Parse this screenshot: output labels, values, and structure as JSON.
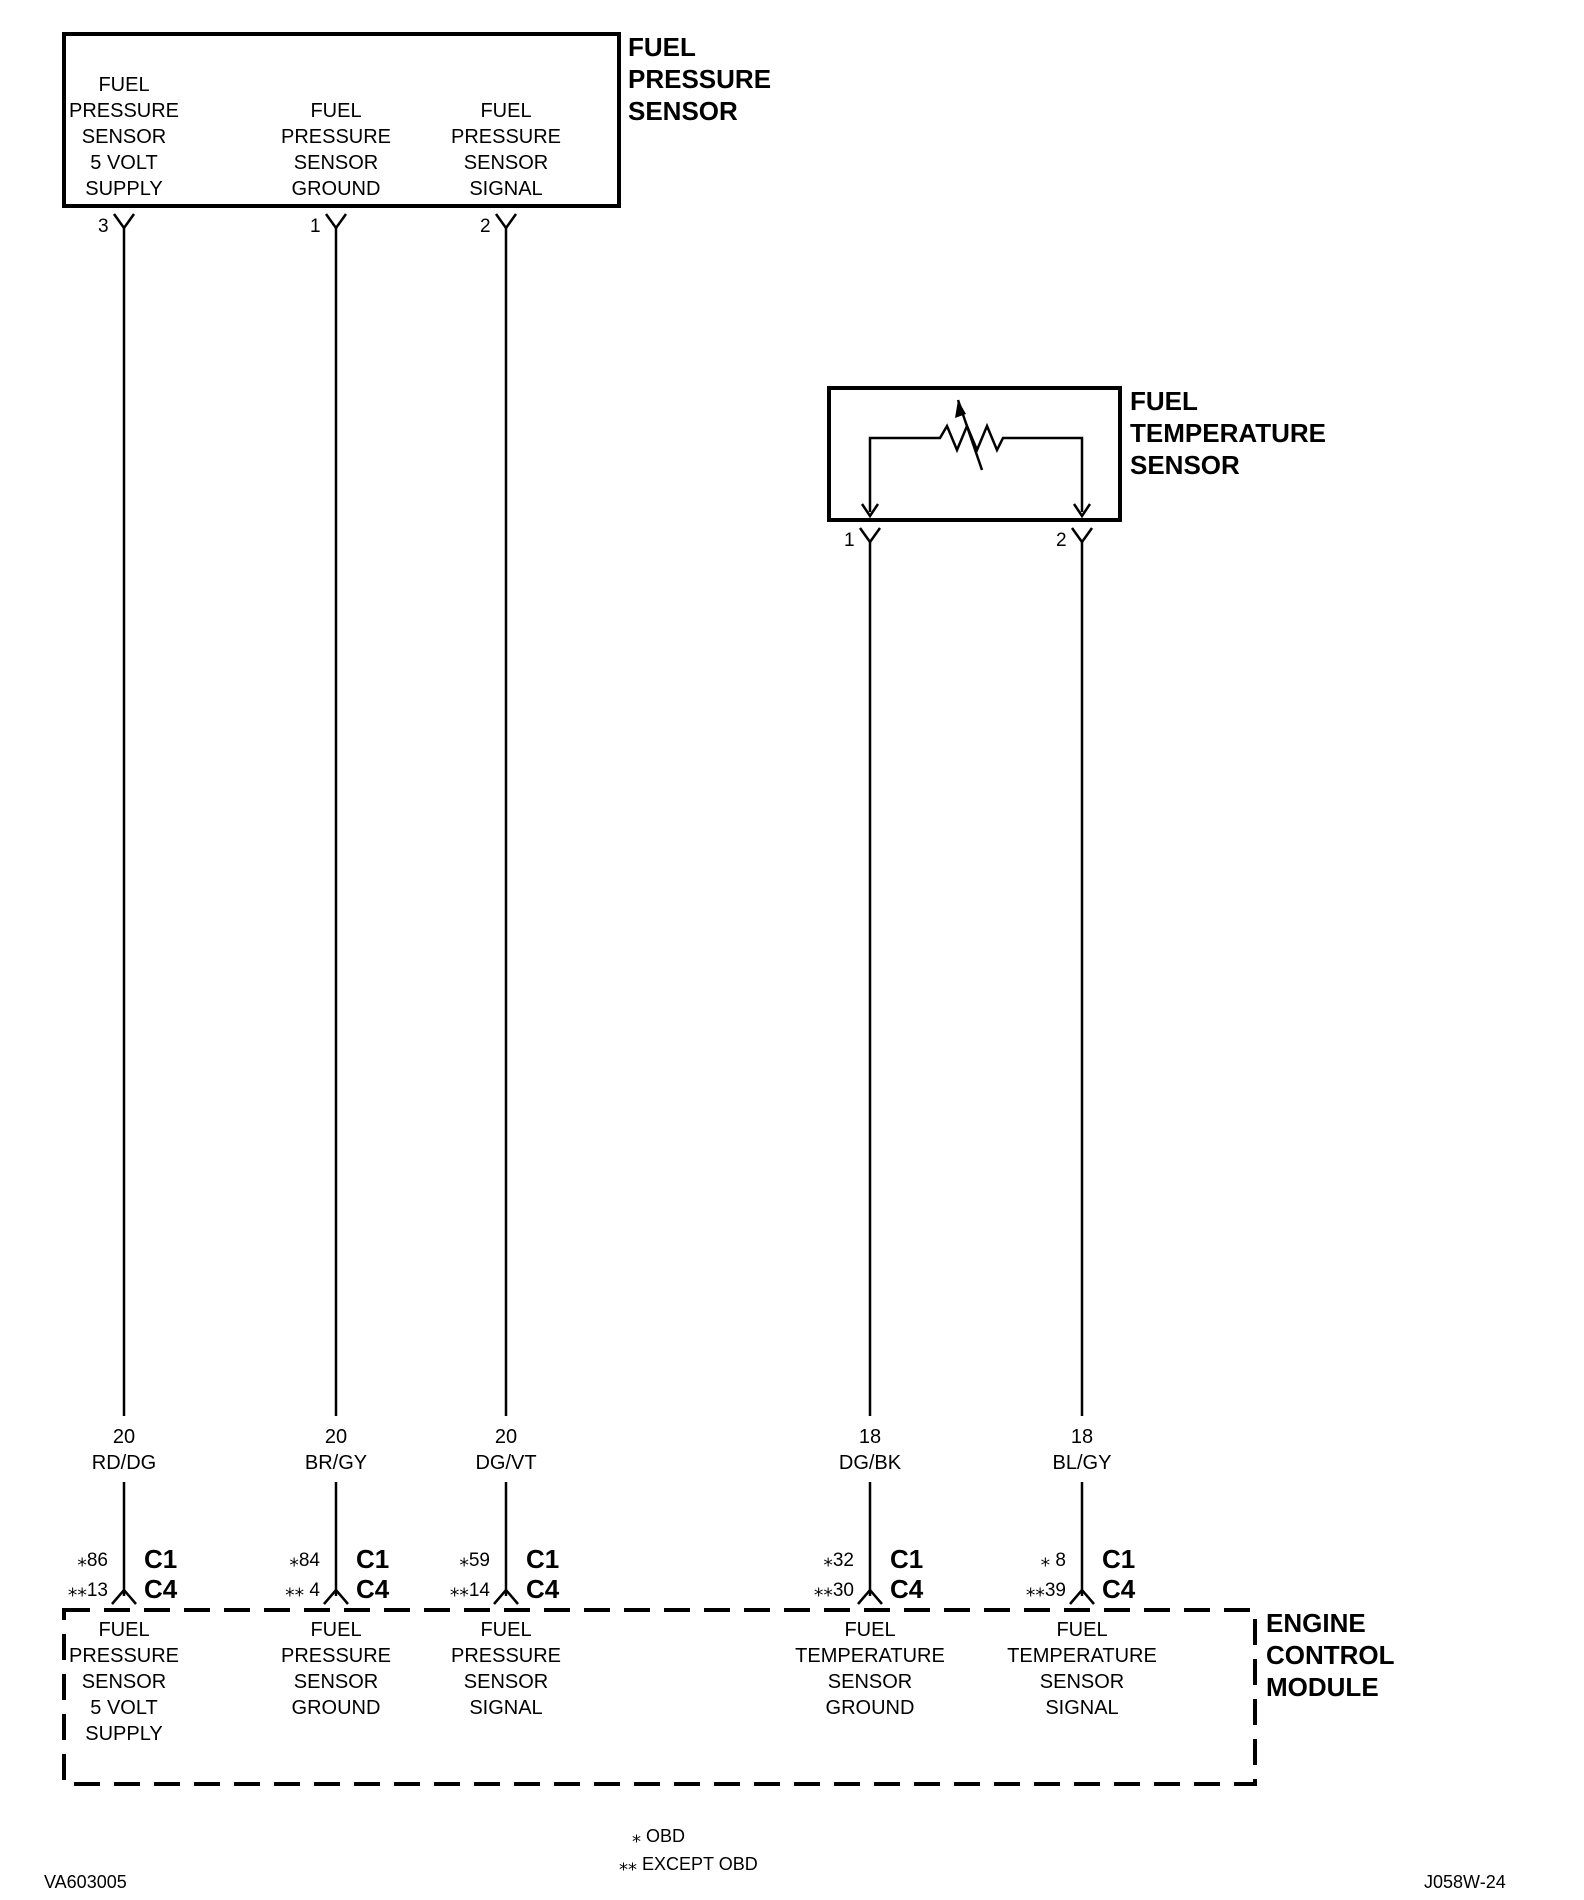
{
  "fps": {
    "title": [
      "FUEL",
      "PRESSURE",
      "SENSOR"
    ],
    "labels": [
      [
        "FUEL",
        "PRESSURE",
        "SENSOR",
        "5 VOLT",
        "SUPPLY"
      ],
      [
        "FUEL",
        "PRESSURE",
        "SENSOR",
        "GROUND"
      ],
      [
        "FUEL",
        "PRESSURE",
        "SENSOR",
        "SIGNAL"
      ]
    ],
    "pins": [
      "3",
      "1",
      "2"
    ]
  },
  "fts": {
    "title": [
      "FUEL",
      "TEMPERATURE",
      "SENSOR"
    ],
    "pins": [
      "1",
      "2"
    ]
  },
  "wires": [
    {
      "gauge": "20",
      "color": "RD/DG"
    },
    {
      "gauge": "20",
      "color": "BR/GY"
    },
    {
      "gauge": "20",
      "color": "DG/VT"
    },
    {
      "gauge": "18",
      "color": "DG/BK"
    },
    {
      "gauge": "18",
      "color": "BL/GY"
    }
  ],
  "ecm": {
    "title": [
      "ENGINE",
      "CONTROL",
      "MODULE"
    ],
    "c1": "C1",
    "c4": "C4",
    "pins": [
      {
        "obd": "⁎86",
        "except": "⁎⁎13"
      },
      {
        "obd": "⁎84",
        "except": "⁎⁎ 4"
      },
      {
        "obd": "⁎59",
        "except": "⁎⁎14"
      },
      {
        "obd": "⁎32",
        "except": "⁎⁎30"
      },
      {
        "obd": "⁎ 8",
        "except": "⁎⁎39"
      }
    ],
    "labels": [
      [
        "FUEL",
        "PRESSURE",
        "SENSOR",
        "5 VOLT",
        "SUPPLY"
      ],
      [
        "FUEL",
        "PRESSURE",
        "SENSOR",
        "GROUND"
      ],
      [
        "FUEL",
        "PRESSURE",
        "SENSOR",
        "SIGNAL"
      ],
      [
        "FUEL",
        "TEMPERATURE",
        "SENSOR",
        "GROUND"
      ],
      [
        "FUEL",
        "TEMPERATURE",
        "SENSOR",
        "SIGNAL"
      ]
    ]
  },
  "legend": {
    "obd": "⁎ OBD",
    "except": "⁎⁎ EXCEPT OBD"
  },
  "footer": {
    "left": "VA603005",
    "right": "J058W-24"
  }
}
